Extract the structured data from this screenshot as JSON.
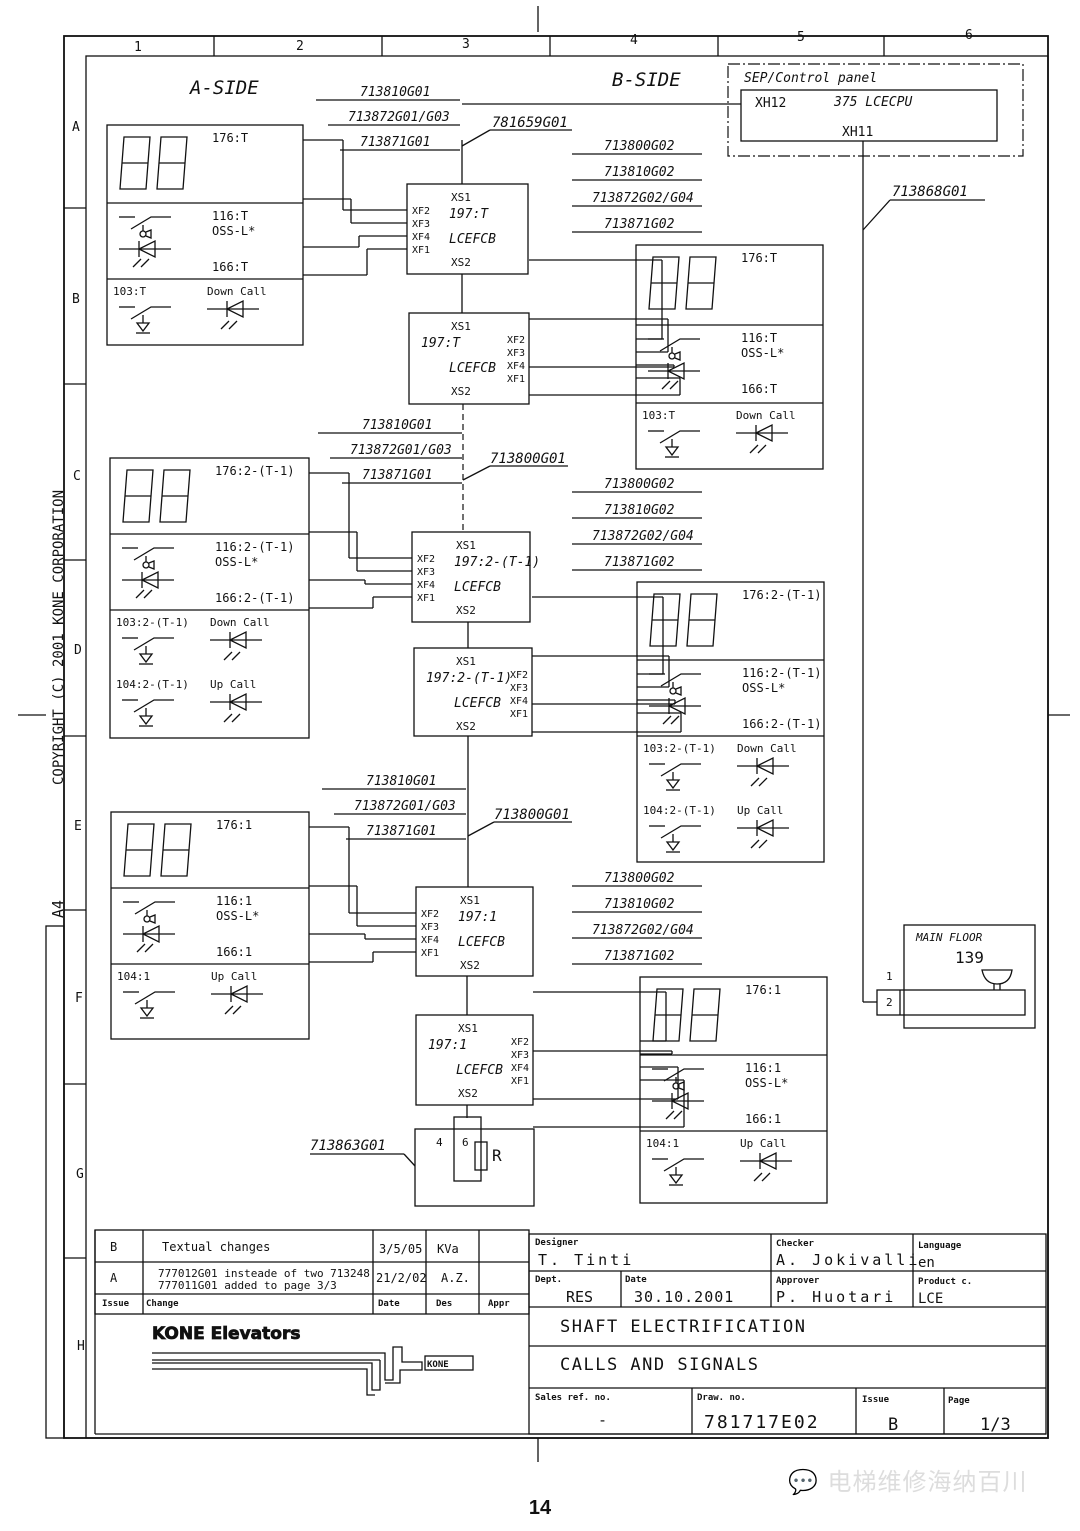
{
  "frame": {
    "columns": [
      "1",
      "2",
      "3",
      "4",
      "5",
      "6"
    ],
    "rows": [
      "A",
      "B",
      "C",
      "D",
      "E",
      "F",
      "G",
      "H"
    ],
    "paper_size": "A4",
    "copyright": "COPYRIGHT (C) 2001 KONE CORPORATION"
  },
  "sides": {
    "a": "A-SIDE",
    "b": "B-SIDE"
  },
  "control_panel": {
    "title": "SEP/Control panel",
    "left_connector": "XH12",
    "board": "375 LCECPU",
    "bottom_connector": "XH11",
    "cable": "713868G01"
  },
  "cables": {
    "a_top": [
      "713810G01",
      "713872G01/G03",
      "713871G01"
    ],
    "riser_top": "781659G01",
    "b_top": [
      "713800G02",
      "713810G02",
      "713872G02/G04",
      "713871G02"
    ],
    "a_mid": [
      "713810G01",
      "713872G01/G03",
      "713871G01"
    ],
    "riser_mid": "713800G01",
    "b_mid": [
      "713800G02",
      "713810G02",
      "713872G02/G04",
      "713871G02"
    ],
    "a_low": [
      "713810G01",
      "713872G01/G03",
      "713871G01"
    ],
    "riser_low": "713800G01",
    "b_low": [
      "713800G02",
      "713810G02",
      "713872G02/G04",
      "713871G02"
    ],
    "terminator": "713863G01"
  },
  "boards": [
    {
      "xs1": "XS1",
      "id": "197:T",
      "type": "LCEFCB",
      "xs2": "XS2",
      "ports": [
        "XF2",
        "XF3",
        "XF4",
        "XF1"
      ]
    },
    {
      "xs1": "XS1",
      "id": "197:T",
      "type": "LCEFCB",
      "xs2": "XS2",
      "ports": [
        "XF2",
        "XF3",
        "XF4",
        "XF1"
      ]
    },
    {
      "xs1": "XS1",
      "id": "197:2-(T-1)",
      "type": "LCEFCB",
      "xs2": "XS2",
      "ports": [
        "XF2",
        "XF3",
        "XF4",
        "XF1"
      ]
    },
    {
      "xs1": "XS1",
      "id": "197:2-(T-1)",
      "type": "LCEFCB",
      "xs2": "XS2",
      "ports": [
        "XF2",
        "XF3",
        "XF4",
        "XF1"
      ]
    },
    {
      "xs1": "XS1",
      "id": "197:1",
      "type": "LCEFCB",
      "xs2": "XS2",
      "ports": [
        "XF2",
        "XF3",
        "XF4",
        "XF1"
      ]
    },
    {
      "xs1": "XS1",
      "id": "197:1",
      "type": "LCEFCB",
      "xs2": "XS2",
      "ports": [
        "XF2",
        "XF3",
        "XF4",
        "XF1"
      ]
    }
  ],
  "stations": [
    {
      "display": "176:T",
      "lamp": "116:T",
      "arrival": "OSS-L*",
      "gong": "166:T",
      "buttons": [
        {
          "id": "103:T",
          "call": "Down Call"
        }
      ]
    },
    {
      "display": "176:T",
      "lamp": "116:T",
      "arrival": "OSS-L*",
      "gong": "166:T",
      "buttons": [
        {
          "id": "103:T",
          "call": "Down Call"
        }
      ]
    },
    {
      "display": "176:2-(T-1)",
      "lamp": "116:2-(T-1)",
      "arrival": "OSS-L*",
      "gong": "166:2-(T-1)",
      "buttons": [
        {
          "id": "103:2-(T-1)",
          "call": "Down Call"
        },
        {
          "id": "104:2-(T-1)",
          "call": "Up Call"
        }
      ]
    },
    {
      "display": "176:2-(T-1)",
      "lamp": "116:2-(T-1)",
      "arrival": "OSS-L*",
      "gong": "166:2-(T-1)",
      "buttons": [
        {
          "id": "103:2-(T-1)",
          "call": "Down Call"
        },
        {
          "id": "104:2-(T-1)",
          "call": "Up Call"
        }
      ]
    },
    {
      "display": "176:1",
      "lamp": "116:1",
      "arrival": "OSS-L*",
      "gong": "166:1",
      "buttons": [
        {
          "id": "104:1",
          "call": "Up Call"
        }
      ]
    },
    {
      "display": "176:1",
      "lamp": "116:1",
      "arrival": "OSS-L*",
      "gong": "166:1",
      "buttons": [
        {
          "id": "104:1",
          "call": "Up Call"
        }
      ]
    }
  ],
  "terminator": {
    "pin_a": "4",
    "pin_b": "6",
    "resistor": "R"
  },
  "main_floor": {
    "title": "MAIN FLOOR",
    "id": "139",
    "terminal_1": "1",
    "terminal_2": "2"
  },
  "revisions": {
    "headers": [
      "Issue",
      "Change",
      "Date",
      "Des",
      "Appr"
    ],
    "rows": [
      {
        "issue": "B",
        "change": [
          "Textual changes"
        ],
        "date": "3/5/05",
        "des": "KVa",
        "appr": ""
      },
      {
        "issue": "A",
        "change": [
          "777012G01 insteade of two 713248",
          "777011G01 added to page 3/3"
        ],
        "date": "21/2/02",
        "des": "A.Z.",
        "appr": ""
      }
    ]
  },
  "logo": {
    "text": "KONE Elevators",
    "mark": "KONE"
  },
  "title_block": {
    "designer_label": "Designer",
    "designer": "T. Tinti",
    "checker_label": "Checker",
    "checker": "A. Jokivalli",
    "language_label": "Language",
    "language": "en",
    "dept_label": "Dept.",
    "dept": "RES",
    "date_label": "Date",
    "date": "30.10.2001",
    "approver_label": "Approver",
    "approver": "P. Huotari",
    "product_label": "Product c.",
    "product": "LCE",
    "title1": "SHAFT ELECTRIFICATION",
    "title2": "CALLS AND SIGNALS",
    "sales_label": "Sales ref. no.",
    "sales": "-",
    "draw_label": "Draw. no.",
    "draw": "781717E02",
    "issue_label": "Issue",
    "issue": "B",
    "page_label": "Page",
    "page": "1/3"
  },
  "page_number": "14",
  "watermark": "电梯维修海纳百川"
}
